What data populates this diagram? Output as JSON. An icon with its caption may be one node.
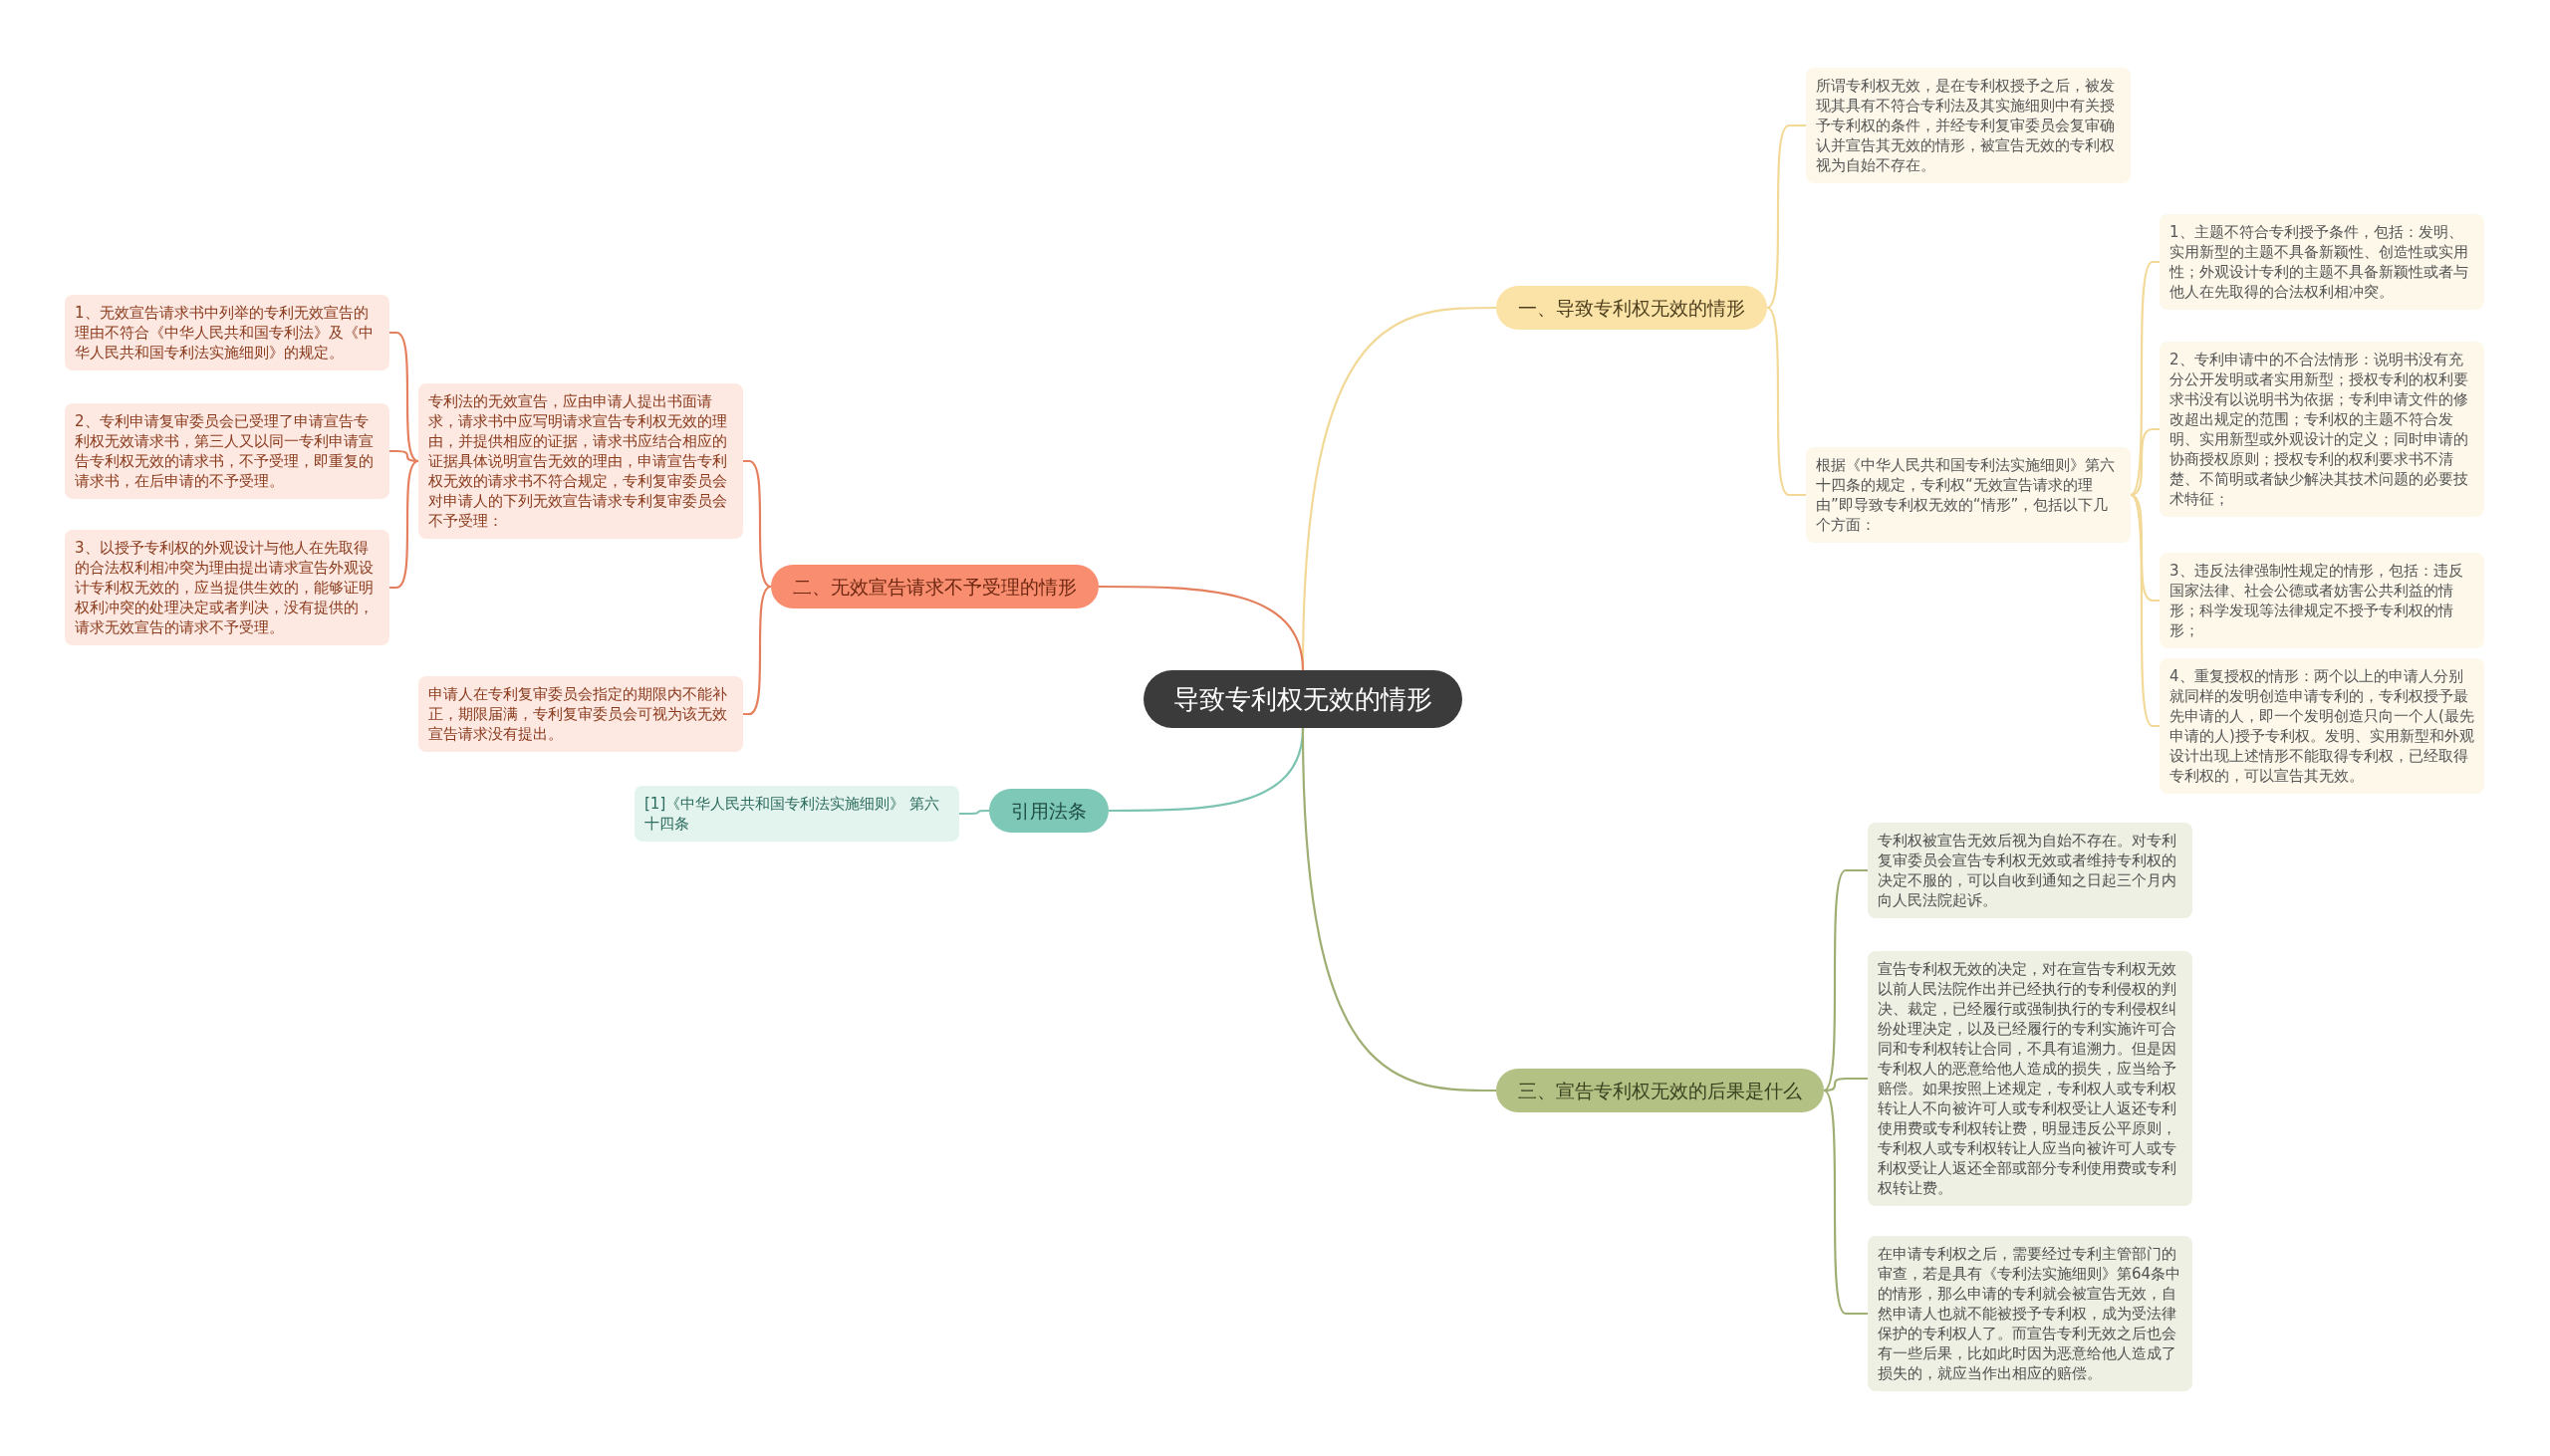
{
  "diagram": {
    "nodes": [
      {
        "text": [
          "导致专利权无效的情形"
        ]
      },
      {
        "text": [
          "一、导致专利权无效的情形"
        ]
      },
      {
        "text": [
          "所谓专利权无效，是在专利权授予之后，被发现其具有不符合专利法及其实施细则中有关授予专利权的条件，并经专利复审委员会复审确认并宣告其无效的情形，被宣告无效的专利权视为自始不存在。"
        ]
      },
      {
        "text": [
          "根据《中华人民共和国专利法实施细则》第六十四条的规定，专利权“无效宣告请求的理由”即导致专利权无效的“情形”，包括以下几个方面："
        ]
      },
      {
        "text": [
          "1、主题不符合专利授予条件，包括：发明、实用新型的主题不具备新颖性、创造性或实用性；外观设计专利的主题不具备新颖性或者与他人在先取得的合法权利相冲突。"
        ]
      },
      {
        "text": [
          "2、专利申请中的不合法情形：说明书没有充分公开发明或者实用新型；授权专利的权利要求书没有以说明书为依据；专利申请文件的修改超出规定的范围；专利权的主题不符合发明、实用新型或外观设计的定义；同时申请的协商授权原则；授权专利的权利要求书不清楚、不简明或者缺少解决其技术问题的必要技术特征；"
        ]
      },
      {
        "text": [
          "3、违反法律强制性规定的情形，包括：违反国家法律、社会公德或者妨害公共利益的情形；科学发现等法律规定不授予专利权的情形；"
        ]
      },
      {
        "text": [
          "4、重复授权的情形：两个以上的申请人分别就同样的发明创造申请专利的，专利权授予最先申请的人，即一个发明创造只向一个人(最先申请的人)授予专利权。发明、实用新型和外观设计出现上述情形不能取得专利权，已经取得专利权的，可以宣告其无效。"
        ]
      },
      {
        "text": [
          "二、无效宣告请求不予受理的情形"
        ]
      },
      {
        "text": [
          "专利法的无效宣告，应由申请人提出书面请求，请求书中应写明请求宣告专利权无效的理由，并提供相应的证据，请求书应结合相应的证据具体说明宣告无效的理由，申请宣告专利权无效的请求书不符合规定，专利复审委员会对申请人的下列无效宣告请求专利复审委员会不予受理："
        ]
      },
      {
        "text": [
          "1、无效宣告请求书中列举的专利无效宣告的理由不符合《中华人民共和国专利法》及《中华人民共和国专利法实施细则》的规定。"
        ]
      },
      {
        "text": [
          "2、专利申请复审委员会已受理了申请宣告专利权无效请求书，第三人又以同一专利申请宣告专利权无效的请求书，不予受理，即重复的请求书，在后申请的不予受理。"
        ]
      },
      {
        "text": [
          "3、以授予专利权的外观设计与他人在先取得的合法权利相冲突为理由提出请求宣告外观设计专利权无效的，应当提供生效的，能够证明权利冲突的处理决定或者判决，没有提供的，请求无效宣告的请求不予受理。"
        ]
      },
      {
        "text": [
          "申请人在专利复审委员会指定的期限内不能补正，期限届满，专利复审委员会可视为该无效宣告请求没有提出。"
        ]
      },
      {
        "text": [
          "引用法条"
        ]
      },
      {
        "text": [
          "[1]《中华人民共和国专利法实施细则》 第六十四条"
        ]
      },
      {
        "text": [
          "三、宣告专利权无效的后果是什么"
        ]
      },
      {
        "text": [
          "专利权被宣告无效后视为自始不存在。对专利复审委员会宣告专利权无效或者维持专利权的决定不服的，可以自收到通知之日起三个月内向人民法院起诉。"
        ]
      },
      {
        "text": [
          "宣告专利权无效的决定，对在宣告专利权无效以前人民法院作出并已经执行的专利侵权的判决、裁定，已经履行或强制执行的专利侵权纠纷处理决定，以及已经履行的专利实施许可合同和专利权转让合同，不具有追溯力。但是因专利权人的恶意给他人造成的损失，应当给予赔偿。如果按照上述规定，专利权人或专利权转让人不向被许可人或专利权受让人返还专利使用费或专利权转让费，明显违反公平原则，专利权人或专利权转让人应当向被许可人或专利权受让人返还全部或部分专利使用费或专利权转让费。"
        ]
      },
      {
        "text": [
          "在申请专利权之后，需要经过专利主管部门的审查，若是具有《专利法实施细则》第64条中的情形，那么申请的专利就会被宣告无效，自然申请人也就不能被授予专利权，成为受法律保护的专利权人了。而宣告专利无效之后也会有一些后果，比如此时因为恶意给他人造成了损失的，就应当作出相应的赔偿。"
        ]
      }
    ],
    "edges": [
      {
        "from": 0,
        "to": 1,
        "arrow": "none",
        "color": "#f3d998"
      },
      {
        "from": 1,
        "to": 2,
        "arrow": "none",
        "color": "#f3d998"
      },
      {
        "from": 1,
        "to": 3,
        "arrow": "none",
        "color": "#f3d998"
      },
      {
        "from": 3,
        "to": 4,
        "arrow": "none",
        "color": "#f3d998"
      },
      {
        "from": 3,
        "to": 5,
        "arrow": "none",
        "color": "#f3d998"
      },
      {
        "from": 3,
        "to": 6,
        "arrow": "none",
        "color": "#f3d998"
      },
      {
        "from": 3,
        "to": 7,
        "arrow": "none",
        "color": "#f3d998"
      },
      {
        "from": 0,
        "to": 8,
        "arrow": "none",
        "color": "#e5805f"
      },
      {
        "from": 8,
        "to": 9,
        "arrow": "none",
        "color": "#e5805f"
      },
      {
        "from": 8,
        "to": 13,
        "arrow": "none",
        "color": "#e5805f"
      },
      {
        "from": 9,
        "to": 10,
        "arrow": "none",
        "color": "#e5805f"
      },
      {
        "from": 9,
        "to": 11,
        "arrow": "none",
        "color": "#e5805f"
      },
      {
        "from": 9,
        "to": 12,
        "arrow": "none",
        "color": "#e5805f"
      },
      {
        "from": 0,
        "to": 14,
        "arrow": "none",
        "color": "#7cc3b2"
      },
      {
        "from": 14,
        "to": 15,
        "arrow": "none",
        "color": "#7cc3b2"
      },
      {
        "from": 0,
        "to": 16,
        "arrow": "none",
        "color": "#9fae72"
      },
      {
        "from": 16,
        "to": 17,
        "arrow": "none",
        "color": "#9fae72"
      },
      {
        "from": 16,
        "to": 18,
        "arrow": "none",
        "color": "#9fae72"
      },
      {
        "from": 16,
        "to": 19,
        "arrow": "none",
        "color": "#9fae72"
      }
    ]
  }
}
